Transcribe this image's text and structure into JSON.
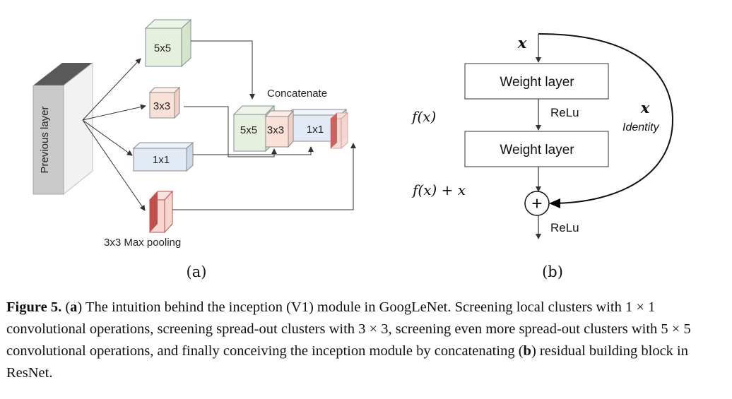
{
  "panel_a": {
    "previous_layer": "Previous layer",
    "box_5x5": "5x5",
    "box_3x3": "3x3",
    "box_1x1": "1x1",
    "max_pooling": "3x3 Max pooling",
    "concatenate": "Concatenate",
    "concat_5x5": "5x5",
    "concat_3x3": "3x3",
    "concat_1x1": "1x1",
    "label": "(a)"
  },
  "panel_b": {
    "x_top": "x",
    "weight_layer_1": "Weight layer",
    "relu_mid": "ReLu",
    "weight_layer_2": "Weight layer",
    "relu_bottom": "ReLu",
    "fx": "f(x)",
    "fx_plus_x": "f(x) + x",
    "x_identity": "x",
    "identity": "Identity",
    "plus": "+",
    "label": "(b)"
  },
  "caption": {
    "figure": "Figure 5.",
    "open_a": "(",
    "a": "a",
    "text_a": ") The intuition behind the inception (V1) module in GoogLeNet. Screening local clusters with 1 × 1 convolutional operations, screening spread-out clusters with 3 × 3, screening even more spread-out clusters with 5 × 5 convolutional operations, and finally conceiving the inception module by concatenating (",
    "b": "b",
    "text_b": ") residual building block in ResNet."
  },
  "colors": {
    "green_face": "#e7f0df",
    "pink_face": "#f9e1d7",
    "blue_face": "#e2ebf5",
    "pool_face": "#f6d6d1",
    "pool_edge": "#c0504d",
    "prev_top": "#595959",
    "prev_side": "#c6c6c6",
    "arrow": "#333333"
  }
}
